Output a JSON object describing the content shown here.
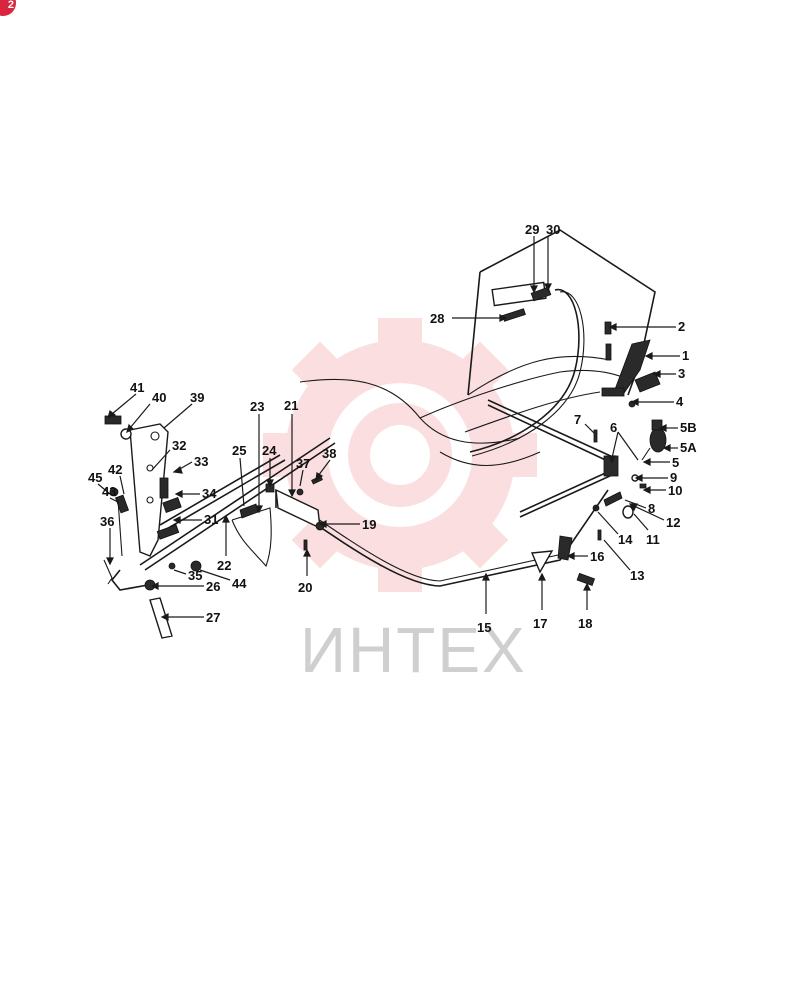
{
  "corner_badge": "2",
  "watermark": {
    "text": "ИНТЕХ",
    "color": "#f4a3a8"
  },
  "parts": [
    {
      "id": "p1",
      "label": "1"
    },
    {
      "id": "p2",
      "label": "2"
    },
    {
      "id": "p3",
      "label": "3"
    },
    {
      "id": "p4",
      "label": "4"
    },
    {
      "id": "p5",
      "label": "5"
    },
    {
      "id": "p5a",
      "label": "5A"
    },
    {
      "id": "p5b",
      "label": "5B"
    },
    {
      "id": "p6",
      "label": "6"
    },
    {
      "id": "p7",
      "label": "7"
    },
    {
      "id": "p8",
      "label": "8"
    },
    {
      "id": "p9",
      "label": "9"
    },
    {
      "id": "p10",
      "label": "10"
    },
    {
      "id": "p11",
      "label": "11"
    },
    {
      "id": "p12",
      "label": "12"
    },
    {
      "id": "p13",
      "label": "13"
    },
    {
      "id": "p14",
      "label": "14"
    },
    {
      "id": "p15",
      "label": "15"
    },
    {
      "id": "p16",
      "label": "16"
    },
    {
      "id": "p17",
      "label": "17"
    },
    {
      "id": "p18",
      "label": "18"
    },
    {
      "id": "p19",
      "label": "19"
    },
    {
      "id": "p20",
      "label": "20"
    },
    {
      "id": "p21",
      "label": "21"
    },
    {
      "id": "p22",
      "label": "22"
    },
    {
      "id": "p23",
      "label": "23"
    },
    {
      "id": "p24",
      "label": "24"
    },
    {
      "id": "p25",
      "label": "25"
    },
    {
      "id": "p26",
      "label": "26"
    },
    {
      "id": "p27",
      "label": "27"
    },
    {
      "id": "p28",
      "label": "28"
    },
    {
      "id": "p29",
      "label": "29"
    },
    {
      "id": "p30",
      "label": "30"
    },
    {
      "id": "p31",
      "label": "31"
    },
    {
      "id": "p32",
      "label": "32"
    },
    {
      "id": "p33",
      "label": "33"
    },
    {
      "id": "p34",
      "label": "34"
    },
    {
      "id": "p35",
      "label": "35"
    },
    {
      "id": "p36",
      "label": "36"
    },
    {
      "id": "p37",
      "label": "37"
    },
    {
      "id": "p38",
      "label": "38"
    },
    {
      "id": "p39",
      "label": "39"
    },
    {
      "id": "p40",
      "label": "40"
    },
    {
      "id": "p41",
      "label": "41"
    },
    {
      "id": "p42",
      "label": "42"
    },
    {
      "id": "p43",
      "label": "43"
    },
    {
      "id": "p44",
      "label": "44"
    },
    {
      "id": "p45",
      "label": "45"
    }
  ]
}
